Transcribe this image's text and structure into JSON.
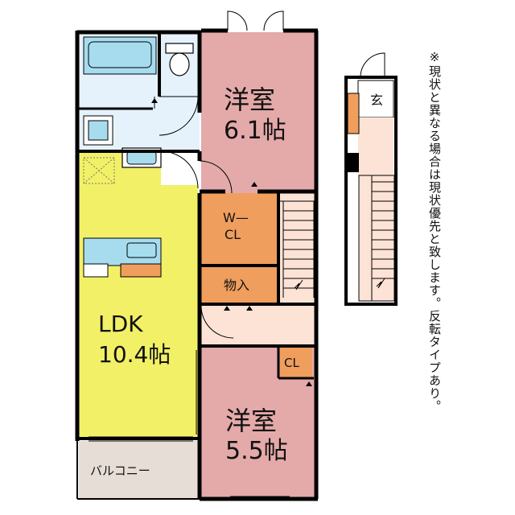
{
  "rooms": {
    "western_room_top": {
      "name": "洋室",
      "size": "6.1帖"
    },
    "western_room_bottom": {
      "name": "洋室",
      "size": "5.5帖"
    },
    "ldk": {
      "name": "LDK",
      "size": "10.4帖"
    },
    "walk_in_closet": {
      "line1": "W—",
      "line2": "CL"
    },
    "storage": "物入",
    "closet": "CL",
    "balcony": "バルコニー",
    "entrance": "玄"
  },
  "note": "※現状と異なる場合は現状優先と致します。反転タイプあり。",
  "colors": {
    "western_room": "#e4a9a9",
    "ldk": "#f2f066",
    "closet": "#ef9e5e",
    "wet_area": "#e6f2fb",
    "fixture": "#a7dcef",
    "hall": "#fde3d6",
    "balcony": "#e6ddd6",
    "wall": "#000000"
  }
}
